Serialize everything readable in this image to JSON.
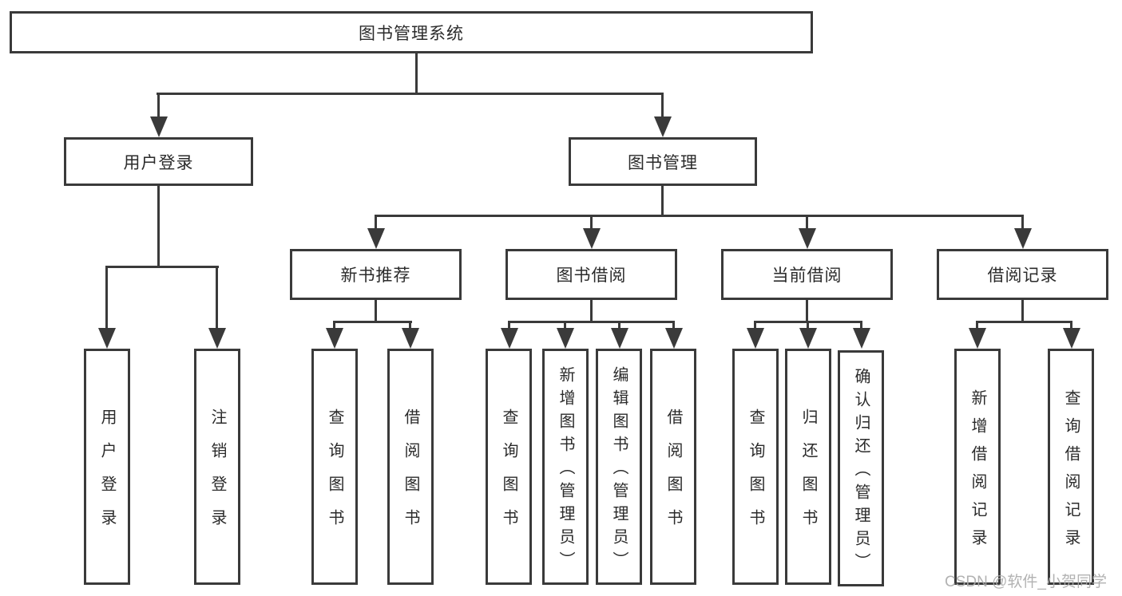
{
  "tree": {
    "root": {
      "label": "图书管理系统",
      "children": [
        {
          "label": "用户登录",
          "children": [
            {
              "label": "用户登录"
            },
            {
              "label": "注销登录"
            }
          ]
        },
        {
          "label": "图书管理",
          "children": [
            {
              "label": "新书推荐",
              "children": [
                {
                  "label": "查询图书"
                },
                {
                  "label": "借阅图书"
                }
              ]
            },
            {
              "label": "图书借阅",
              "children": [
                {
                  "label": "查询图书"
                },
                {
                  "label": "新增图书（管理员）"
                },
                {
                  "label": "编辑图书（管理员）"
                },
                {
                  "label": "借阅图书"
                }
              ]
            },
            {
              "label": "当前借阅",
              "children": [
                {
                  "label": "查询图书"
                },
                {
                  "label": "归还图书"
                },
                {
                  "label": "确认归还（管理员）"
                }
              ]
            },
            {
              "label": "借阅记录",
              "children": [
                {
                  "label": "新增借阅记录"
                },
                {
                  "label": "查询借阅记录"
                }
              ]
            }
          ]
        }
      ]
    }
  },
  "watermark": {
    "text": "CSDN @软件_小贺同学",
    "color": "#aaaaaa"
  },
  "colors": {
    "line": "#3a3a3a",
    "box_border": "#3a3a3a",
    "text": "#2b2b2b",
    "background": "#ffffff"
  }
}
